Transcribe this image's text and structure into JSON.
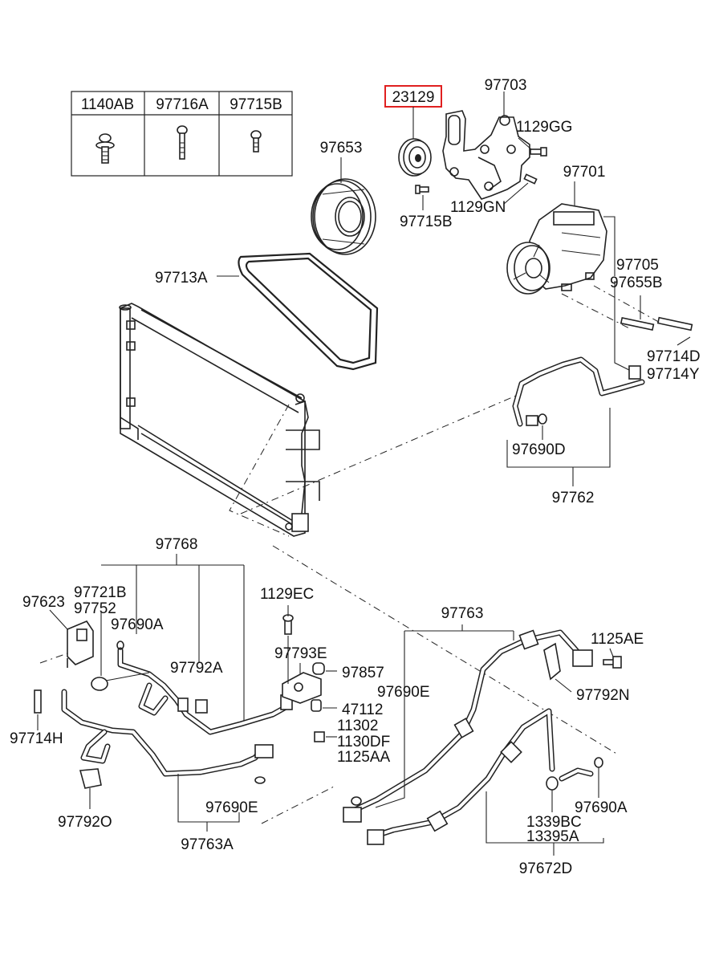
{
  "table": {
    "headers": [
      "1140AB",
      "97716A",
      "97715B"
    ]
  },
  "highlight": {
    "part_number": "23129",
    "color": "#e02020"
  },
  "labels": {
    "l97703": "97703",
    "l1129GG": "1129GG",
    "l97653": "97653",
    "l97701": "97701",
    "l1129GN": "1129GN",
    "l97715B": "97715B",
    "l97713A": "97713A",
    "l97705": "97705",
    "l97655B": "97655B",
    "l97714D": "97714D",
    "l97714Y": "97714Y",
    "l97690D": "97690D",
    "l97762": "97762",
    "l97768": "97768",
    "l97721B": "97721B",
    "l97752": "97752",
    "l97623": "97623",
    "l97690A_top": "97690A",
    "l1129EC": "1129EC",
    "l97763": "97763",
    "l1125AE": "1125AE",
    "l97793E": "97793E",
    "l97857": "97857",
    "l97792A": "97792A",
    "l97690E_mid": "97690E",
    "l97792N": "97792N",
    "l47112": "47112",
    "l11302": "11302",
    "l1130DF": "1130DF",
    "l1125AA": "1125AA",
    "l97714H": "97714H",
    "l97690E_bot": "97690E",
    "l97690A_bot": "97690A",
    "l1339BC": "1339BC",
    "l13395A": "13395A",
    "l97792O": "97792O",
    "l97763A": "97763A",
    "l97672D": "97672D"
  }
}
